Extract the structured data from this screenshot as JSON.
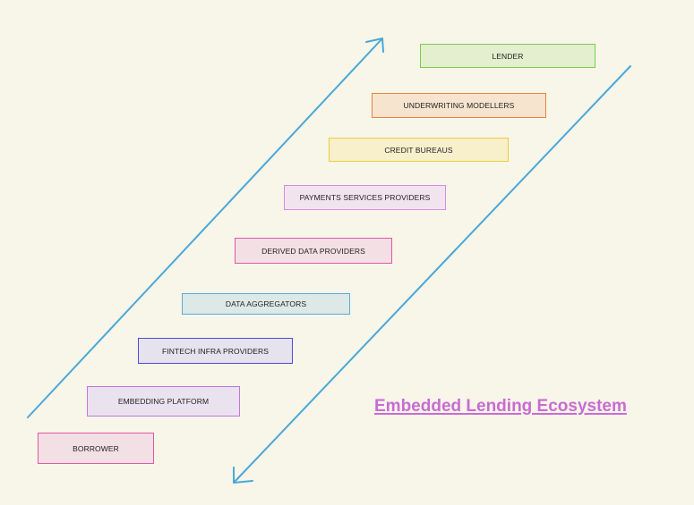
{
  "title": {
    "text": "Embedded Lending Ecosystem",
    "color": "#c86cd3"
  },
  "arrow_color": "#4aa8d8",
  "layers": [
    {
      "id": "lender",
      "label": "LENDER",
      "border": "#7ccc4e",
      "fill": "#e3efcf"
    },
    {
      "id": "underwriting-modellers",
      "label": "UNDERWRITING MODELLERS",
      "border": "#e8853b",
      "fill": "#f6e4cf"
    },
    {
      "id": "credit-bureaus",
      "label": "CREDIT BUREAUS",
      "border": "#ebcd3a",
      "fill": "#f8efcb"
    },
    {
      "id": "payments-services-providers",
      "label": "PAYMENTS SERVICES PROVIDERS",
      "border": "#d98ce6",
      "fill": "#f2e4ef"
    },
    {
      "id": "derived-data-providers",
      "label": "DERIVED DATA PROVIDERS",
      "border": "#dd59a6",
      "fill": "#f3dfe4"
    },
    {
      "id": "data-aggregators",
      "label": "DATA AGGREGATORS",
      "border": "#55ade0",
      "fill": "#dde9e6"
    },
    {
      "id": "fintech-infra-providers",
      "label": "FINTECH INFRA PROVIDERS",
      "border": "#4b4fd9",
      "fill": "#e6e2ee"
    },
    {
      "id": "embedding-platform",
      "label": "EMBEDDING PLATFORM",
      "border": "#c474e0",
      "fill": "#eae2ee"
    },
    {
      "id": "borrower",
      "label": "BORROWER",
      "border": "#de5aa8",
      "fill": "#f3e0e4"
    }
  ]
}
